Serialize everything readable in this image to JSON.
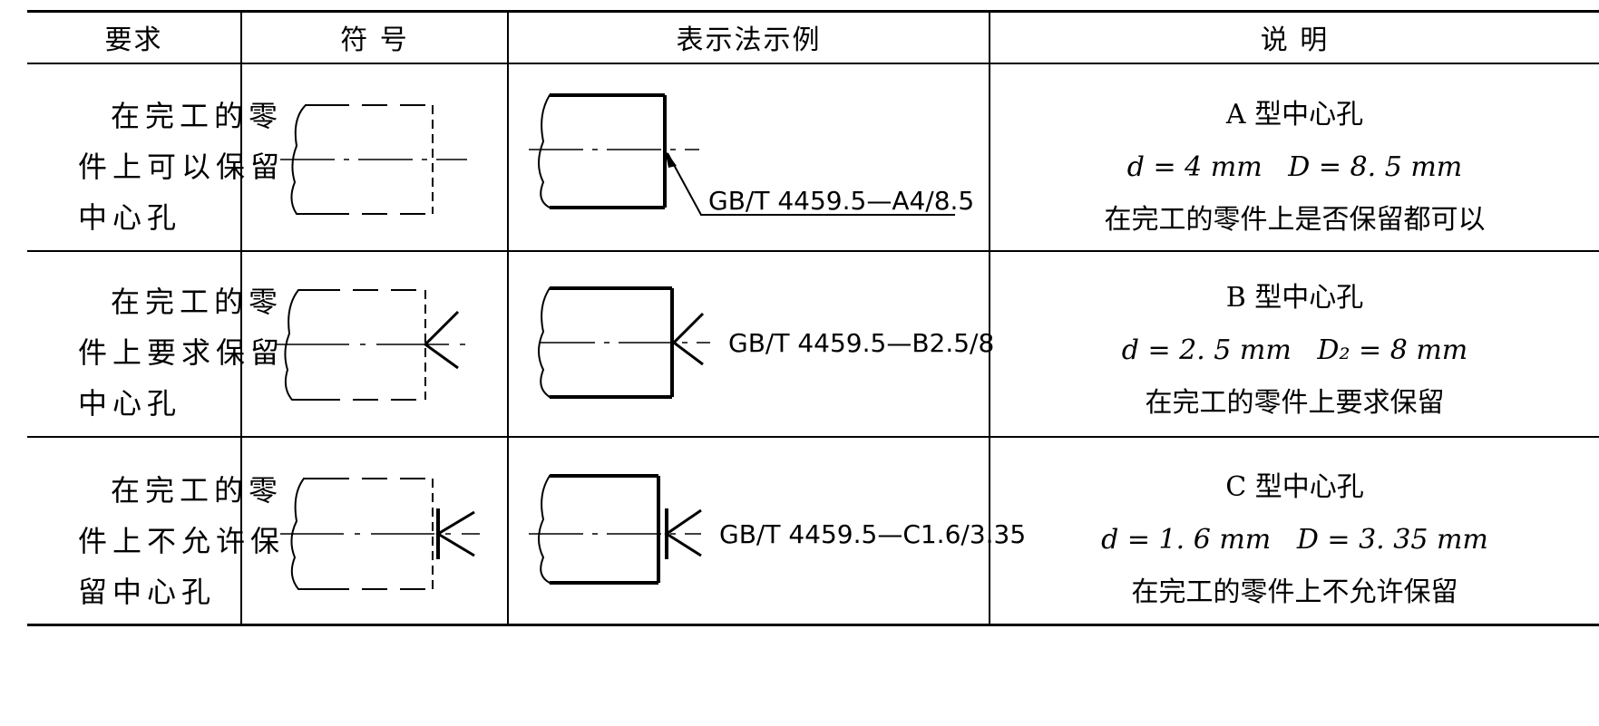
{
  "header": {
    "col_requirement": "要求",
    "col_symbol": "符 号",
    "col_example": "表示法示例",
    "col_note": "说 明"
  },
  "rows": [
    {
      "requirement_lines": [
        "在完工的零",
        "件上可以保留",
        "中心孔"
      ],
      "example_label": "GB/T 4459.5—A4/8.5",
      "note": {
        "type": "A 型中心孔",
        "dims": "d = 4 mm   D = 8. 5 mm",
        "text": "在完工的零件上是否保留都可以"
      }
    },
    {
      "requirement_lines": [
        "在完工的零",
        "件上要求保留",
        "中心孔"
      ],
      "example_label": "GB/T 4459.5—B2.5/8",
      "note": {
        "type": "B 型中心孔",
        "dims": "d = 2. 5 mm   D₂ = 8 mm",
        "text": "在完工的零件上要求保留"
      }
    },
    {
      "requirement_lines": [
        "在完工的零",
        "件上不允许保",
        "留中心孔"
      ],
      "example_label": "GB/T 4459.5—C1.6/3.35",
      "note": {
        "type": "C 型中心孔",
        "dims": "d = 1. 6 mm   D = 3. 35 mm",
        "text": "在完工的零件上不允许保留"
      }
    }
  ]
}
